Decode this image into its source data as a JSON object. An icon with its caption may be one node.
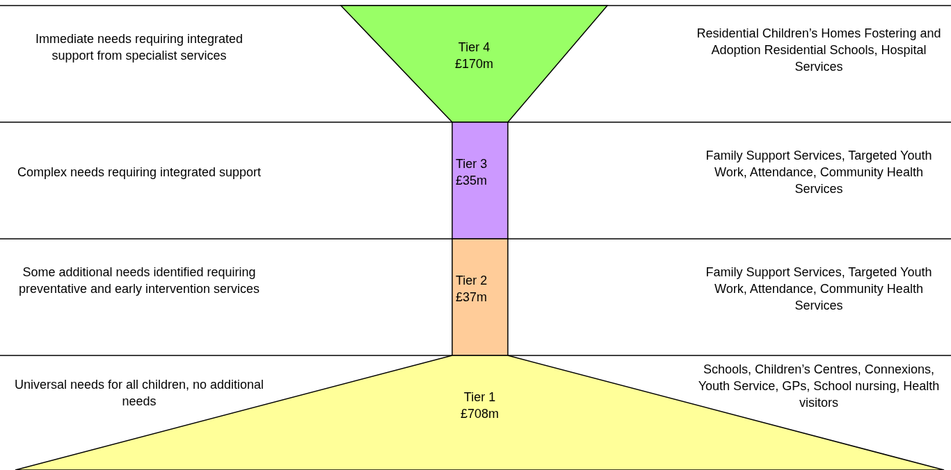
{
  "diagram": {
    "nodes": [
      {
        "text": [
          "Tier 4",
          "£170m"
        ]
      },
      {
        "text": [
          "Tier 3",
          "£35m"
        ]
      },
      {
        "text": [
          "Tier 2",
          "£37m"
        ]
      },
      {
        "text": [
          "Tier 1",
          "£708m"
        ]
      }
    ],
    "labels": [
      "Immediate needs requiring integrated support from specialist services",
      "Residential Children’s Homes Fostering and Adoption Residential Schools, Hospital Services",
      "Complex needs requiring integrated support",
      "Family Support Services, Targeted Youth Work, Attendance, Community Health Services",
      "Some additional needs identified requiring preventative and early intervention services",
      "Family Support Services, Targeted Youth Work, Attendance, Community Health Services",
      "Universal needs for all children, no additional needs",
      "Schools, Children’s Centres, Connexions, Youth Service, GPs, School nursing, Health visitors"
    ]
  }
}
